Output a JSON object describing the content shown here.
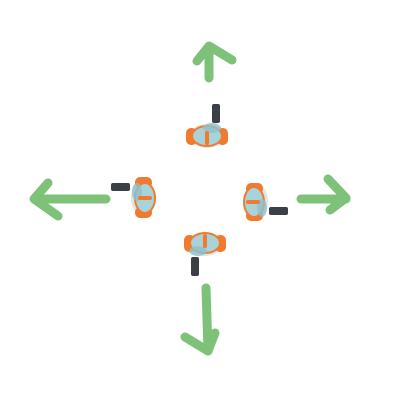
{
  "scene": {
    "background_color": "#ffffff",
    "arrow_color": "#7ec27a",
    "character": {
      "body_color": "#a9d3da",
      "body_shade": "#8ec2cc",
      "outline_color": "#f07b2f",
      "shoe_color": "#f07b2f",
      "weapon_color": "#3a4046",
      "shadow_color": "#d4d8da"
    },
    "sprites": [
      {
        "id": "up",
        "facing": "up",
        "icon": "player-facing-up-sprite"
      },
      {
        "id": "down",
        "facing": "down",
        "icon": "player-facing-down-sprite"
      },
      {
        "id": "left",
        "facing": "left",
        "icon": "player-facing-left-sprite"
      },
      {
        "id": "right",
        "facing": "right",
        "icon": "player-facing-right-sprite"
      }
    ],
    "arrows": [
      {
        "id": "up",
        "direction": "up",
        "icon": "arrow-up-icon"
      },
      {
        "id": "down",
        "direction": "down",
        "icon": "arrow-down-icon"
      },
      {
        "id": "left",
        "direction": "left",
        "icon": "arrow-left-icon"
      },
      {
        "id": "right",
        "direction": "right",
        "icon": "arrow-right-icon"
      }
    ]
  }
}
